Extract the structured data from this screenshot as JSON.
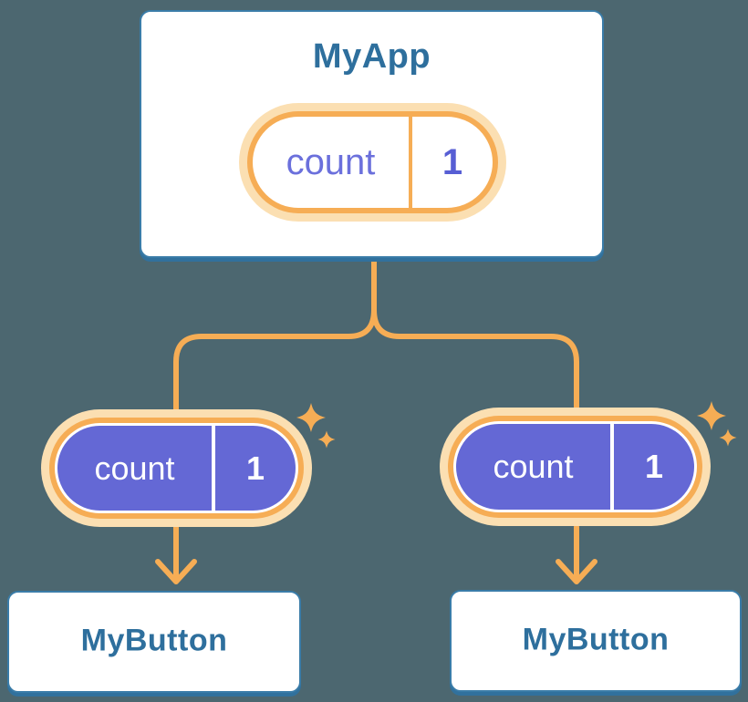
{
  "diagram": {
    "type": "react-component-tree",
    "root": {
      "title": "MyApp",
      "prop": {
        "label": "count",
        "value": "1"
      }
    },
    "child_props": [
      {
        "label": "count",
        "value": "1"
      },
      {
        "label": "count",
        "value": "1"
      }
    ],
    "children": [
      {
        "title": "MyButton"
      },
      {
        "title": "MyButton"
      }
    ],
    "icons": {
      "sparkle": "four-point-star",
      "arrow": "arrow-down"
    },
    "colors": {
      "background": "#4C6770",
      "card_fill": "#FFFFFF",
      "card_border": "#3A7CA8",
      "card_shadow": "#31719D",
      "heading_text_blue": "#2E6F9D",
      "connector_orange": "#F6AD55",
      "pill_halo_peach": "#FBDFB2",
      "pill_fill_purple": "#6468D5",
      "prop_label_purple": "#6B70DC",
      "prop_value_purple": "#575ED4",
      "pill_text_white": "#FFFFFF"
    }
  }
}
